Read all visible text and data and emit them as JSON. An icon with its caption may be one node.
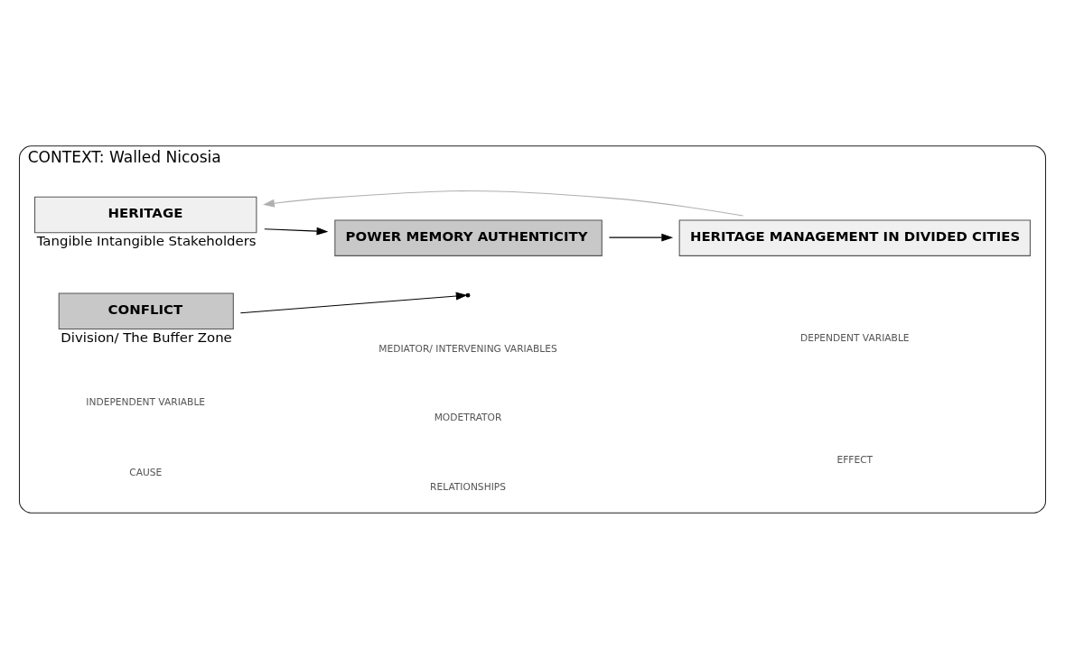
{
  "diagram": {
    "nodes": [
      {
        "text": [
          "CONTEXT: Walled Nicosia"
        ]
      },
      {
        "text": [
          "HERITAGE"
        ],
        "beside": [
          "Tangible Intangible Stakeholders"
        ],
        "in": 0
      },
      {
        "text": [
          "POWER MEMORY AUTHENTICITY"
        ],
        "in": 0
      },
      {
        "text": [
          "HERITAGE MANAGEMENT IN DIVIDED CITIES"
        ],
        "in": 0
      },
      {
        "text": [
          "CONFLICT"
        ],
        "beside": [
          "Division/ The Buffer Zone"
        ],
        "in": 0
      }
    ],
    "edges": [
      {
        "from": 1,
        "to": 2,
        "arrow": "to"
      },
      {
        "from": 2,
        "to": 3,
        "arrow": "to"
      },
      {
        "from": 3,
        "to": 1,
        "arrow": "to",
        "color": "#b0b0b0"
      },
      {
        "from": 4,
        "to": null,
        "arrow": "to"
      }
    ],
    "labels": [
      "INDEPENDENT VARIABLE",
      "MEDIATOR/ INTERVENING VARIABLES",
      "DEPENDENT VARIABLE",
      "MODETRATOR",
      "CAUSE",
      "RELATIONSHIPS",
      "EFFECT"
    ]
  }
}
